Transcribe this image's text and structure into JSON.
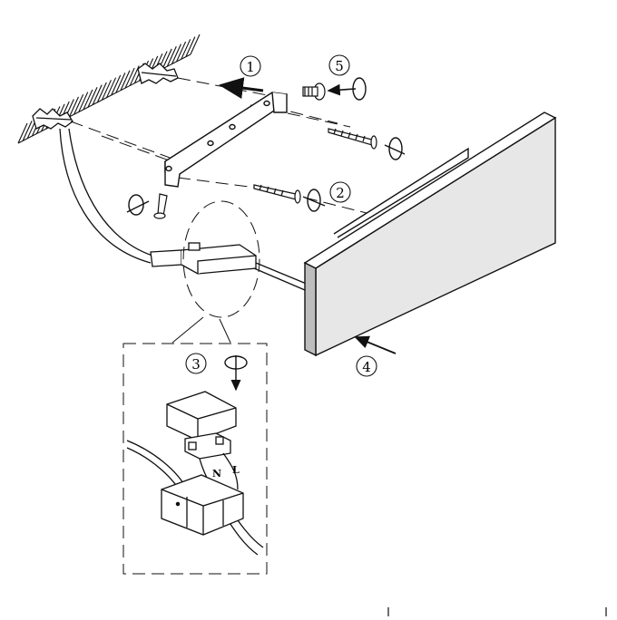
{
  "diagram": {
    "steps": [
      {
        "marker": "①",
        "label": "1"
      },
      {
        "marker": "②",
        "label": "2"
      },
      {
        "marker": "③",
        "label": "3"
      },
      {
        "marker": "④",
        "label": "4"
      },
      {
        "marker": "⑤",
        "label": "5"
      }
    ],
    "wire_labels": {
      "neutral": "N",
      "live": "L"
    },
    "colors": {
      "ink": "#111111",
      "panel_face": "#e7e7e7",
      "panel_edge": "#bdbdbd",
      "background": "#ffffff"
    }
  }
}
